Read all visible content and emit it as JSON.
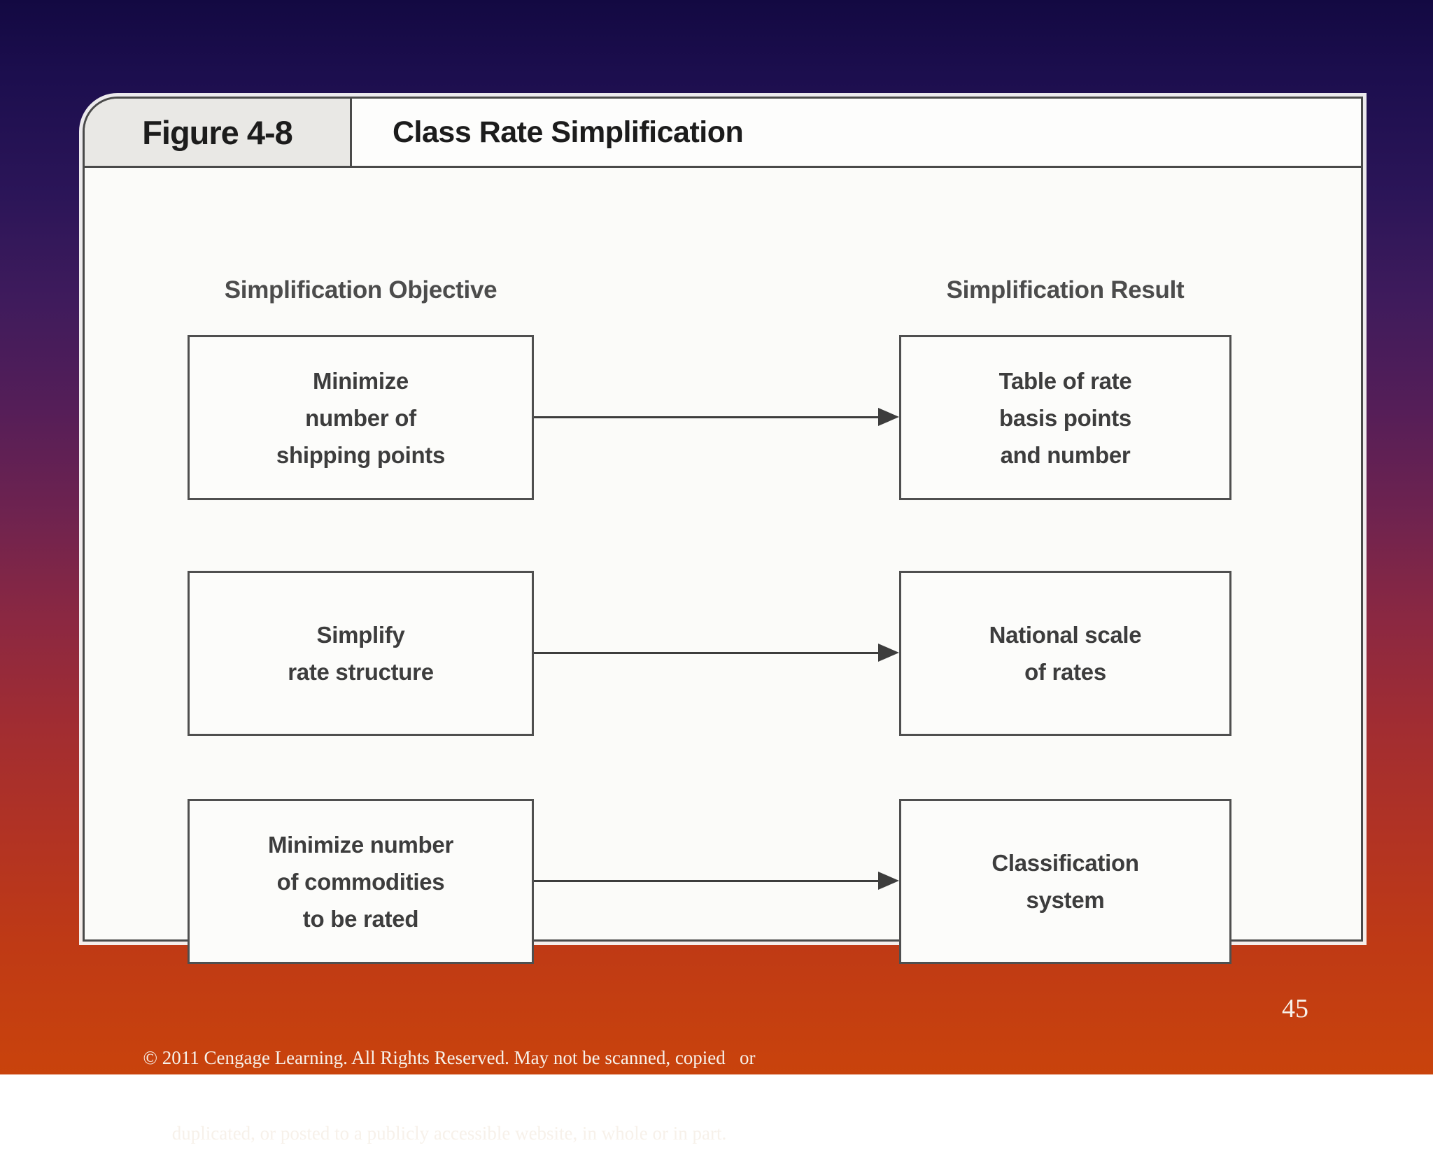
{
  "slide": {
    "figure_label": "Figure 4-8",
    "figure_title": "Class Rate Simplification",
    "columns": {
      "left_header": "Simplification Objective",
      "right_header": "Simplification Result"
    },
    "rows": [
      {
        "objective": "Minimize\nnumber of\nshipping points",
        "result": "Table of rate\nbasis points\nand number"
      },
      {
        "objective": "Simplify\nrate structure",
        "result": "National scale\nof rates"
      },
      {
        "objective": "Minimize number\nof commodities\nto be rated",
        "result": "Classification\nsystem"
      }
    ]
  },
  "footer": {
    "copyright_line1": "© 2011 Cengage Learning. All Rights Reserved. May not be scanned, copied   or",
    "copyright_line2": "duplicated, or posted to a publicly accessible website, in whole or in part.",
    "page_number": "45"
  },
  "colors": {
    "background_top": "#130942",
    "background_bottom": "#c9430c",
    "panel_background": "#fbfbf9",
    "panel_border": "#4a4a4a",
    "tab_background": "#e9e8e5",
    "box_text": "#3d3d3d",
    "footer_text": "#f7f1ea"
  }
}
